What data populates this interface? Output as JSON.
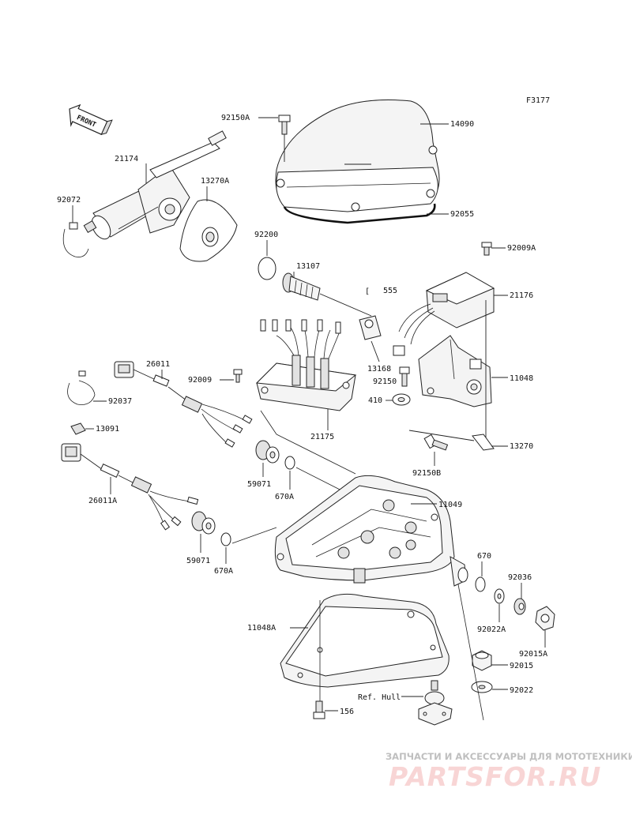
{
  "diagram_code": "F3177",
  "front_label": "FRONT",
  "labels": {
    "p92150A": "92150A",
    "p14090": "14090",
    "p21174": "21174",
    "p13270A": "13270A",
    "p92072": "92072",
    "p92055": "92055",
    "p92200": "92200",
    "p92009A": "92009A",
    "p13107": "13107",
    "p555": "555",
    "p21176": "21176",
    "p26011": "26011",
    "p92009": "92009",
    "p13168": "13168",
    "p92150": "92150",
    "p11048": "11048",
    "p92037": "92037",
    "p410": "410",
    "p13091": "13091",
    "p21175": "21175",
    "p13270": "13270",
    "p92150B": "92150B",
    "p59071a": "59071",
    "p670Aa": "670A",
    "p26011A": "26011A",
    "p11049": "11049",
    "p59071b": "59071",
    "p670Ab": "670A",
    "p670": "670",
    "p92036": "92036",
    "p11048A": "11048A",
    "p92022A": "92022A",
    "p92015A": "92015A",
    "p92015": "92015",
    "refhull": "Ref. Hull",
    "p92022": "92022",
    "p156": "156"
  },
  "watermark": {
    "tagline": "ЗАПЧАСТИ И АКСЕССУАРЫ ДЛЯ МОТОТЕХНИКИ",
    "brand": "PARTSFOR.RU",
    "brand_color": "#e86a6a"
  }
}
